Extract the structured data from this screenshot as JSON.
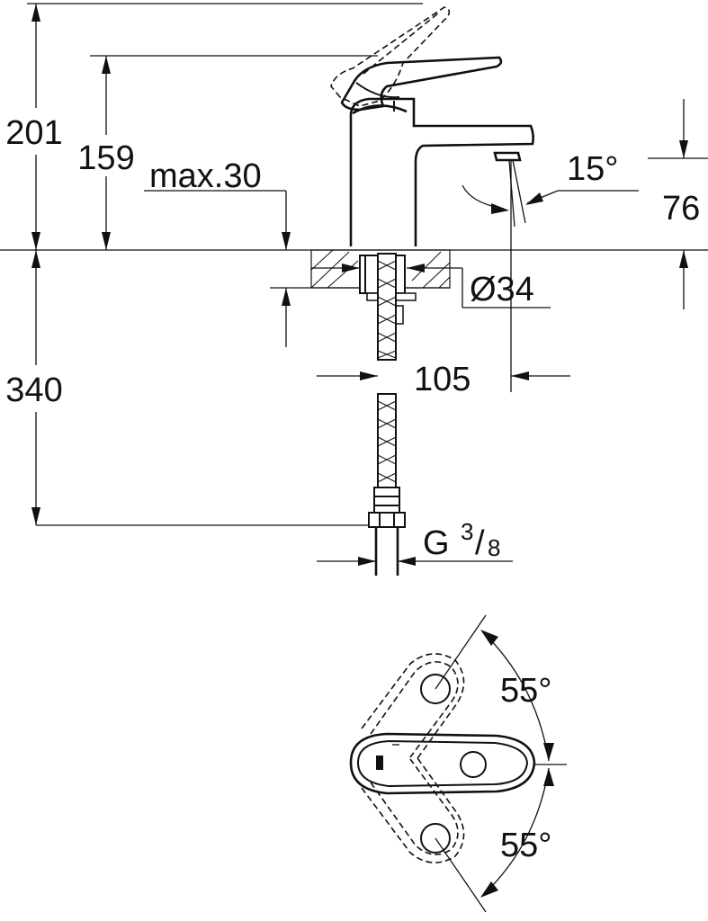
{
  "dimensions": {
    "total_height": "201",
    "lever_height": "159",
    "max_thickness": "max.30",
    "spout_angle": "15°",
    "spout_height": "76",
    "hole_diameter": "Ø34",
    "supply_length": "340",
    "projection": "105",
    "thread": "G",
    "thread_numerator": "3",
    "thread_denominator": "8",
    "rotation_up": "55°",
    "rotation_down": "55°"
  }
}
